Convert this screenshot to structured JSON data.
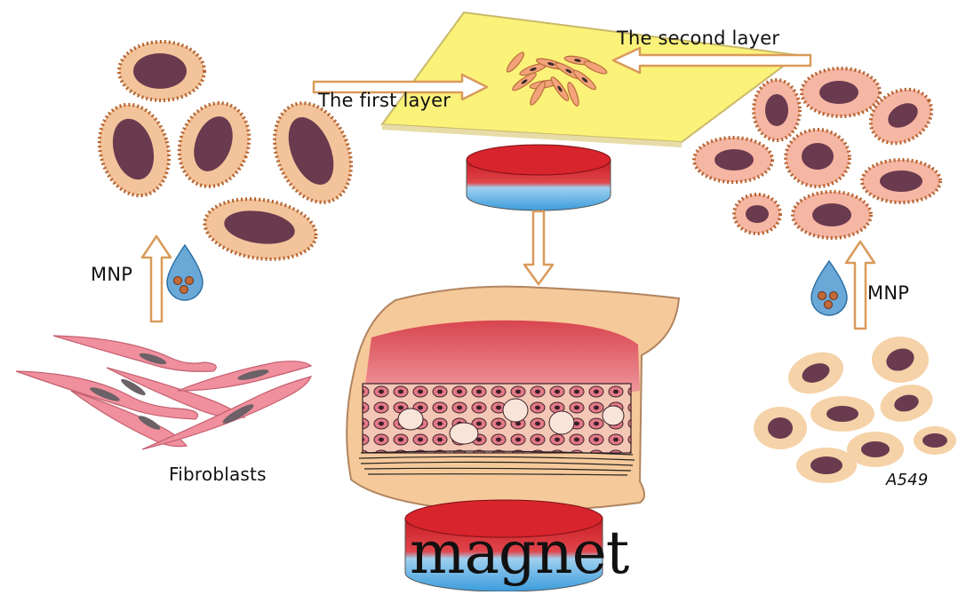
{
  "labels": {
    "second_layer": "The second layer",
    "first_layer": "The first layer",
    "mnp_left": "MNP",
    "mnp_right": "MNP",
    "fibroblasts": "Fibroblasts",
    "a549": "A549",
    "magnet": "magnet"
  },
  "colors": {
    "plate": "#fbf27a",
    "cell_outer_left": "#f3c49b",
    "cell_outer_right": "#f6b6a4",
    "cell_border": "#b5612e",
    "nucleus": "#6a3a4e",
    "fibroblast": "#f08f9d",
    "fibroblast_nucleus": "#6b6167",
    "droplet": "#6aa8d8",
    "mnp_dot": "#c26a3a",
    "magnet_red": "#d8242c",
    "magnet_blue": "#4aa8e0",
    "tissue_skin": "#f6c99a",
    "tissue_pink": "#e46a72",
    "a549_outer": "#f5d2a8"
  },
  "icons": [
    "arrow-up-icon",
    "arrow-right-icon",
    "arrow-left-icon",
    "arrow-down-icon",
    "droplet-icon"
  ]
}
